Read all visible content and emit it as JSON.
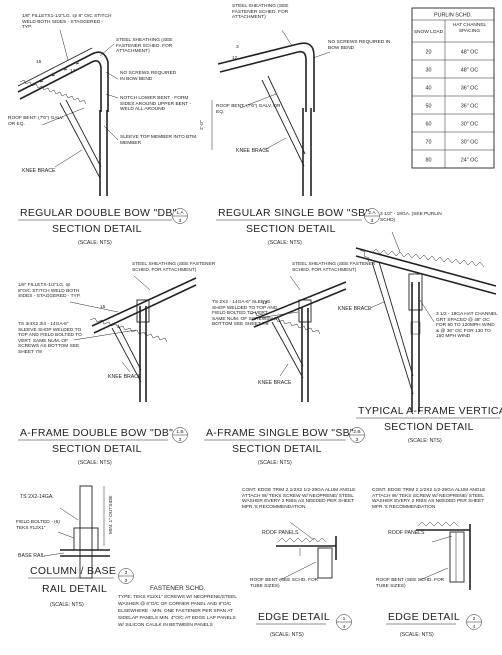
{
  "purlin_schedule": {
    "title": "PURLIN SCHD.",
    "col_load": "SNOW LOAD",
    "col_spacing": "HAT CHANNEL SPACING",
    "rows": [
      {
        "load": "20",
        "spacing": "48\" OC"
      },
      {
        "load": "30",
        "spacing": "48\" OC"
      },
      {
        "load": "40",
        "spacing": "36\" OC"
      },
      {
        "load": "50",
        "spacing": "36\" OC"
      },
      {
        "load": "60",
        "spacing": "30\" OC"
      },
      {
        "load": "70",
        "spacing": "30\" OC"
      },
      {
        "load": "80",
        "spacing": "24\" OC"
      }
    ]
  },
  "details": {
    "db": {
      "title": "REGULAR DOUBLE BOW \"DB\"",
      "subtitle": "SECTION DETAIL",
      "scale": "(SCALE: NTS)",
      "tag_top": "1.A",
      "tag_bot": "3",
      "notes": {
        "fillet": "1/8\" FILLETX1-1/2\"LG. @ 8\" O/C STITCH WELD BOTH SIDES - STAGGERED - TYP.",
        "sheathing": "STEEL SHEATHING (SEE FASTENER SCHED. FOR ATTACHMENT)",
        "no_screws": "NO SCREWS REQUIRED IN BOW BEND",
        "notch": "NOTCH LOWER BENT - FORM SIDES AROUND UPPER BENT - WELD ALL AROUND",
        "sleeve": "SLEEVE TOP MEMBER INTO BTM. MEMBER",
        "roof_bent": "ROOF BENT: (7'6\") GALV. OR EQ.",
        "knee": "KNEE BRACE"
      }
    },
    "sb": {
      "title": "REGULAR SINGLE BOW \"SB\"",
      "subtitle": "SECTION DETAIL",
      "scale": "(SCALE: NTS)",
      "tag_top": "2.A",
      "tag_bot": "3",
      "notes": {
        "sheathing": "STEEL SHEATHING (SEE FASTENER SCHED. FOR ATTACHMENT)",
        "no_screws": "NO SCREWS REQUIRED IN BOW BEND",
        "roof_bent": "ROOF BENT: (7'6\") GALV. OR EQ.",
        "knee": "KNEE BRACE",
        "dim": "2'-0\""
      }
    },
    "adb": {
      "title": "A-FRAME DOUBLE BOW \"DB\"",
      "subtitle": "SECTION DETAIL",
      "scale": "(SCALE: NTS)",
      "tag_top": "1.B",
      "tag_bot": "3",
      "notes": {
        "sheathing": "STEEL SHEATHING (SEE FASTENER SCHED. FOR ATTACHMENT)",
        "fillet": "1/8\" FILLETX-1/2\"LG. @ 8\"O/C STITCH WELD BOTH SIDES - STAGGERED - TYP.",
        "sleeve": "TS 3/4X2 3/4 - 14GA-6\" SLEEVE SHOP WELDED TO TOP AND FIELD BOLTED TO VERT. SAME NUM. OF SCREWS AS BOTTOM SEE SHEET 7/8",
        "knee": "KNEE BRACE"
      }
    },
    "asb": {
      "title": "A-FRAME SINGLE BOW \"SB\"",
      "subtitle": "SECTION DETAIL",
      "scale": "(SCALE: NTS)",
      "tag_top": "2.B",
      "tag_bot": "3",
      "notes": {
        "sheathing": "STEEL SHEATHING (SEE FASTENER SCHED. FOR ATTACHMENT)",
        "sleeve": "TS 2X2 - 14GA-6\" SLEEVE SHOP WELDED TO TOP AND FIELD BOLTED TO VERT. SAME NUM. OF SCREWS AS BOTTOM SEE SHEET 7/8",
        "knee": "KNEE BRACE"
      }
    },
    "vert": {
      "title": "TYPICAL A-FRAME VERTICAL",
      "subtitle": "SECTION DETAIL",
      "scale": "(SCALE: NTS)",
      "notes": {
        "hat": "3 1/2\" - 18GA. (SEE PURLIN SCHD)",
        "knee": "KNEE BRACE",
        "channel": "3 1/2 - 18GA HAT CHANNEL GRT SPACED @ 48\" OC FOR 90 TO 120MPH WIND & @ 36\" OC FOR 130 TO 150 MPH WIND"
      }
    },
    "col": {
      "title": "COLUMN / BASE",
      "subtitle": "RAIL DETAIL",
      "scale": "(SCALE: NTS)",
      "tag_top": "3",
      "tag_bot": "3",
      "notes": {
        "ts": "TS 2X2-14GA.",
        "bolted": "FIELD BOLTED - (6) TEKS #12X1\"",
        "base": "BASE RAIL",
        "outside": "MIN. 1\" OUTSIDE"
      }
    },
    "fast": {
      "title": "FASTENER SCHD.",
      "text": [
        "TYPE: TEKS #12X1\" SCREWS W/ NEOPRENE/STEEL",
        "WASHER @ 6\"O/C OF CORNER PANEL AND 8\"O/C",
        "ELSEWHERE - MIN. ONE FASTENER PER SPAN AT",
        "SIDELAP PANELS MIN. 4\"O/C AT EDGE LAP PANELS",
        "W/ SILICON CAULK IN BETWEEN PANELS"
      ]
    },
    "edge1": {
      "title": "EDGE DETAIL",
      "scale": "(SCALE: NTS)",
      "tag_top": "1",
      "tag_bot": "4",
      "notes": {
        "trim": "CONT. EDGE TRIM 2 1/2X2 1/2-29GA ALUM ANGLE ATTACH W/ TEKS SCREW W/ NEOPRENE/ STEEL WASHER EVERY 2 RIBS AS NEEDED PER SHEET MFR.'S RECOMMENDATION",
        "panels": "ROOF PANELS",
        "bent": "ROOF BENT (SEE SCHD. FOR TUBE SIZES)"
      }
    },
    "edge2": {
      "title": "EDGE DETAIL",
      "scale": "(SCALE: NTS)",
      "tag_top": "2",
      "tag_bot": "4",
      "notes": {
        "trim": "CONT. EDGE TRIM 2 1/2X2 1/2-29GA ALUM ANGLE ATTACH W/ TEKS SCREW W/ NEOPRENE/ STEEL WASHER EVERY 2 RIBS AS NEEDED PER SHEET MFR.'S RECOMMENDATION",
        "panels": "ROOF PANELS",
        "bent": "ROOF BENT (SEE SCHD. FOR TUBE SIZES)"
      }
    }
  }
}
